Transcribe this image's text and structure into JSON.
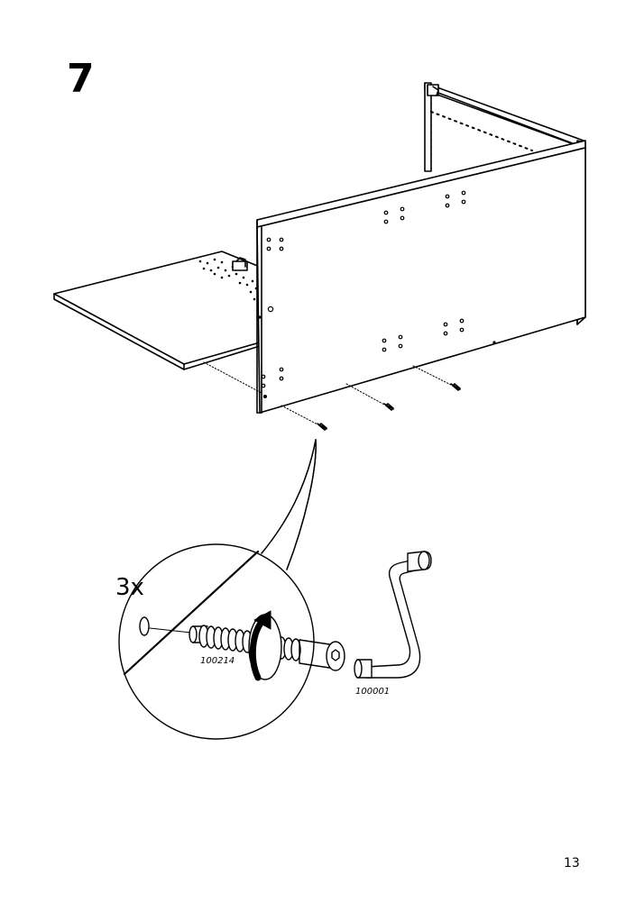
{
  "step": {
    "number": "7"
  },
  "detail": {
    "quantity": "3x"
  },
  "parts": {
    "dowel_code": "100214",
    "tool_code": "100001"
  },
  "page": {
    "number": "13"
  },
  "icons": {
    "rotation": "clockwise-arrow-icon",
    "tool": "crank-wrench-icon",
    "fastener": "screw-dowel-icon"
  }
}
